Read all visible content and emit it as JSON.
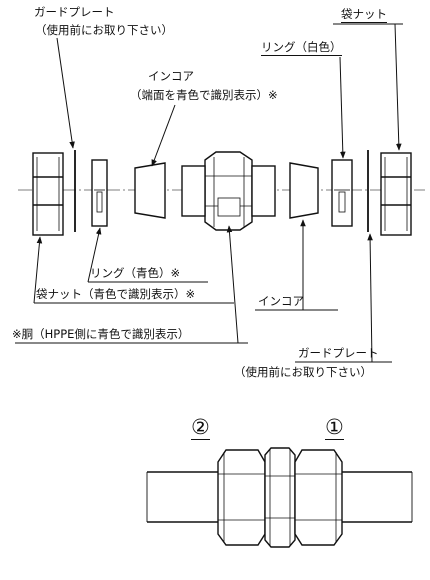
{
  "labels": {
    "guard_plate_top": "ガードプレート",
    "guard_plate_top_note": "（使用前にお取り下さい）",
    "ring_white": "リング（白色）",
    "nut_top": "袋ナット",
    "incore_top": "インコア",
    "incore_top_note": "（端面を青色で識別表示）※",
    "ring_blue": "リング（青色）※",
    "nut_bottom": "袋ナット（青色で識別表示）※",
    "incore_bottom": "インコア",
    "body_note": "※胴（HPPE側に青色で識別表示）",
    "guard_plate_bottom": "ガードプレート",
    "guard_plate_bottom_note": "（使用前にお取り下さい）"
  },
  "side_numbers": {
    "left": "②",
    "right": "①"
  }
}
